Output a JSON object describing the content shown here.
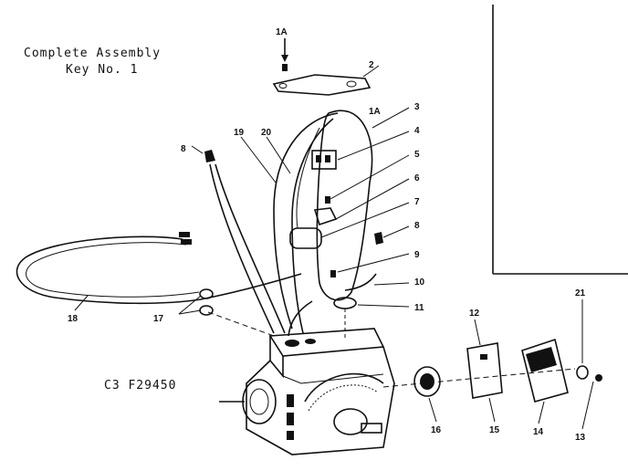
{
  "title": {
    "line1": "Complete Assembly",
    "line2": "Key No. 1"
  },
  "model_code": "C3   F29450",
  "callouts": [
    "1A",
    "2",
    "1A",
    "3",
    "4",
    "5",
    "6",
    "7",
    "8",
    "9",
    "10",
    "11",
    "8",
    "19",
    "20",
    "17",
    "18",
    "12",
    "15",
    "16",
    "14",
    "21",
    "13"
  ]
}
